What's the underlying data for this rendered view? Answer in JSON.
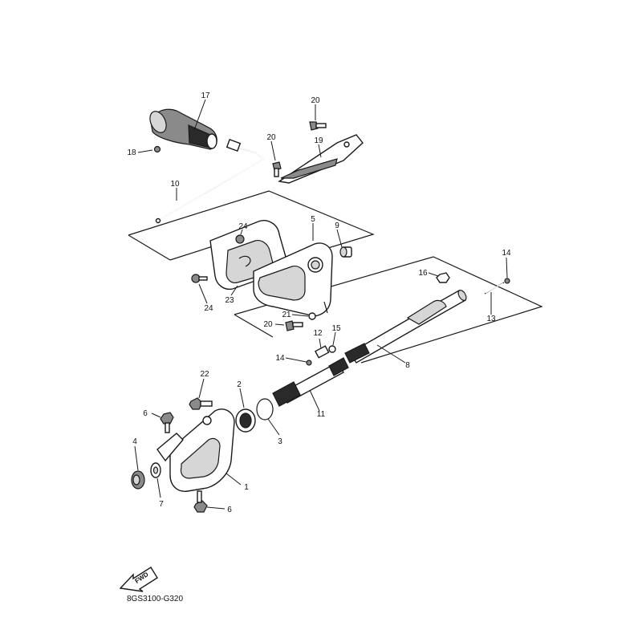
{
  "diagram": {
    "code": "8GS3100-G320",
    "fwd_label": "FWD",
    "callouts": [
      "1",
      "2",
      "3",
      "4",
      "5",
      "6",
      "6",
      "7",
      "8",
      "9",
      "10",
      "11",
      "12",
      "13",
      "14",
      "14",
      "15",
      "16",
      "17",
      "18",
      "19",
      "20",
      "20",
      "20",
      "21",
      "22",
      "23",
      "24",
      "24"
    ]
  }
}
